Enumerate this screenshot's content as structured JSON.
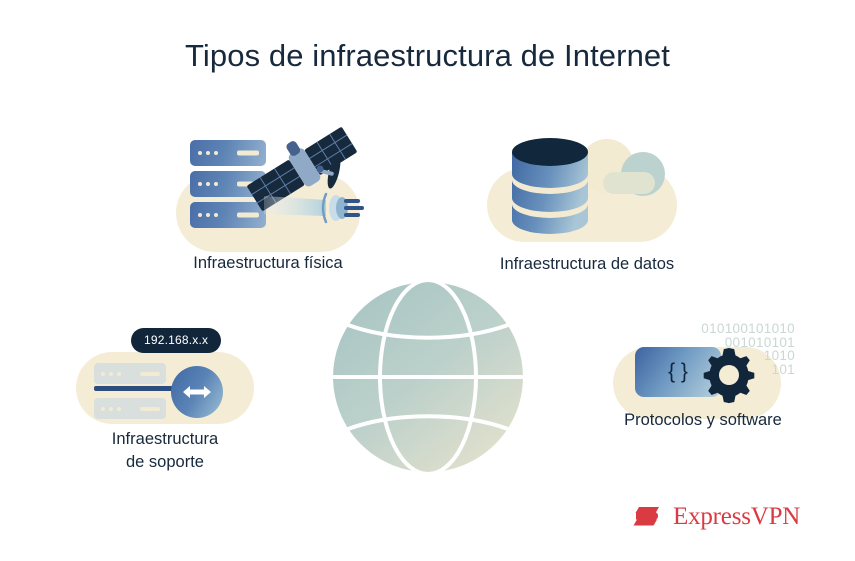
{
  "page": {
    "title": "Tipos de infraestructura de Internet",
    "background_color": "#ffffff"
  },
  "colors": {
    "text_dark": "#17293c",
    "cream_blob": "#f5ecd6",
    "blue_mid": "#5a84b6",
    "navy": "#12263b",
    "teal_globe": "#a9c6c4",
    "binary_text": "#c9d8d2",
    "brand_red": "#da3a41"
  },
  "sections": [
    {
      "id": "physical",
      "caption": "Infraestructura física",
      "icons": [
        "server-rack-icon",
        "satellite-icon",
        "fiber-optic-cable-icon"
      ]
    },
    {
      "id": "data",
      "caption": "Infraestructura de datos",
      "icons": [
        "database-cylinder-icon",
        "cloud-icon"
      ]
    },
    {
      "id": "support",
      "caption_line1": "Infraestructura",
      "caption_line2": "de soporte",
      "ip_label": "192.168.x.x",
      "icons": [
        "server-rack-icon",
        "bidirectional-arrow-icon",
        "ip-tooltip"
      ]
    },
    {
      "id": "protocols",
      "caption": "Protocolos y software",
      "code_glyph": "{ }",
      "binary_lines": [
        "010100101010",
        "001010101",
        "1010",
        "101"
      ],
      "icons": [
        "code-braces-icon",
        "gear-icon",
        "binary-digits"
      ]
    }
  ],
  "globe": {
    "name": "globe-icon"
  },
  "logo": {
    "wordmark": "ExpressVPN",
    "mark_name": "expressvpn-logo-mark"
  }
}
